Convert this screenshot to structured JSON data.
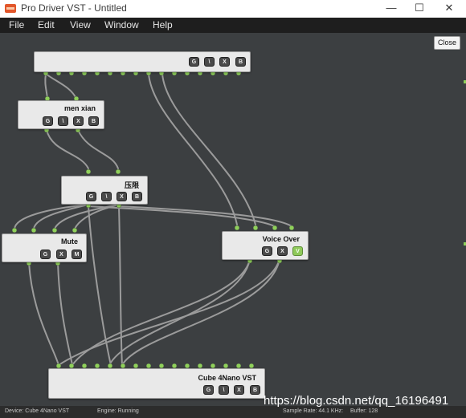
{
  "window": {
    "title": "Pro Driver VST - Untitled",
    "minimize_glyph": "—",
    "maximize_glyph": "☐",
    "close_glyph": "✕"
  },
  "menu": [
    "File",
    "Edit",
    "View",
    "Window",
    "Help"
  ],
  "toolbar": {
    "close_label": "Close"
  },
  "nodes": {
    "input": {
      "title": "",
      "buttons": [
        "G",
        "\\",
        "X",
        "B"
      ]
    },
    "menxian": {
      "title": "men xian",
      "buttons": [
        "G",
        "\\",
        "X",
        "B"
      ]
    },
    "limiter": {
      "title": "压限",
      "buttons": [
        "G",
        "\\",
        "X",
        "B"
      ]
    },
    "mute": {
      "title": "Mute",
      "buttons": [
        "G",
        "X",
        "M"
      ]
    },
    "voiceover": {
      "title": "Voice Over",
      "buttons": [
        "G",
        "X",
        "V"
      ]
    },
    "output": {
      "title": "Cube 4Nano VST",
      "buttons": [
        "G",
        "\\",
        "X",
        "B"
      ]
    }
  },
  "status": {
    "device": "Device: Cube 4Nano VST",
    "engine": "Engine: Running",
    "sample_rate": "Sample Rate: 44.1 KHz:",
    "buffer": "Buffer: 128"
  },
  "watermark": "https://blog.csdn.net/qq_16196491",
  "colors": {
    "port": "#8fd05a",
    "wire": "#9b9b9b",
    "canvas": "#3c3f41",
    "active_button": "#8fc95a"
  }
}
